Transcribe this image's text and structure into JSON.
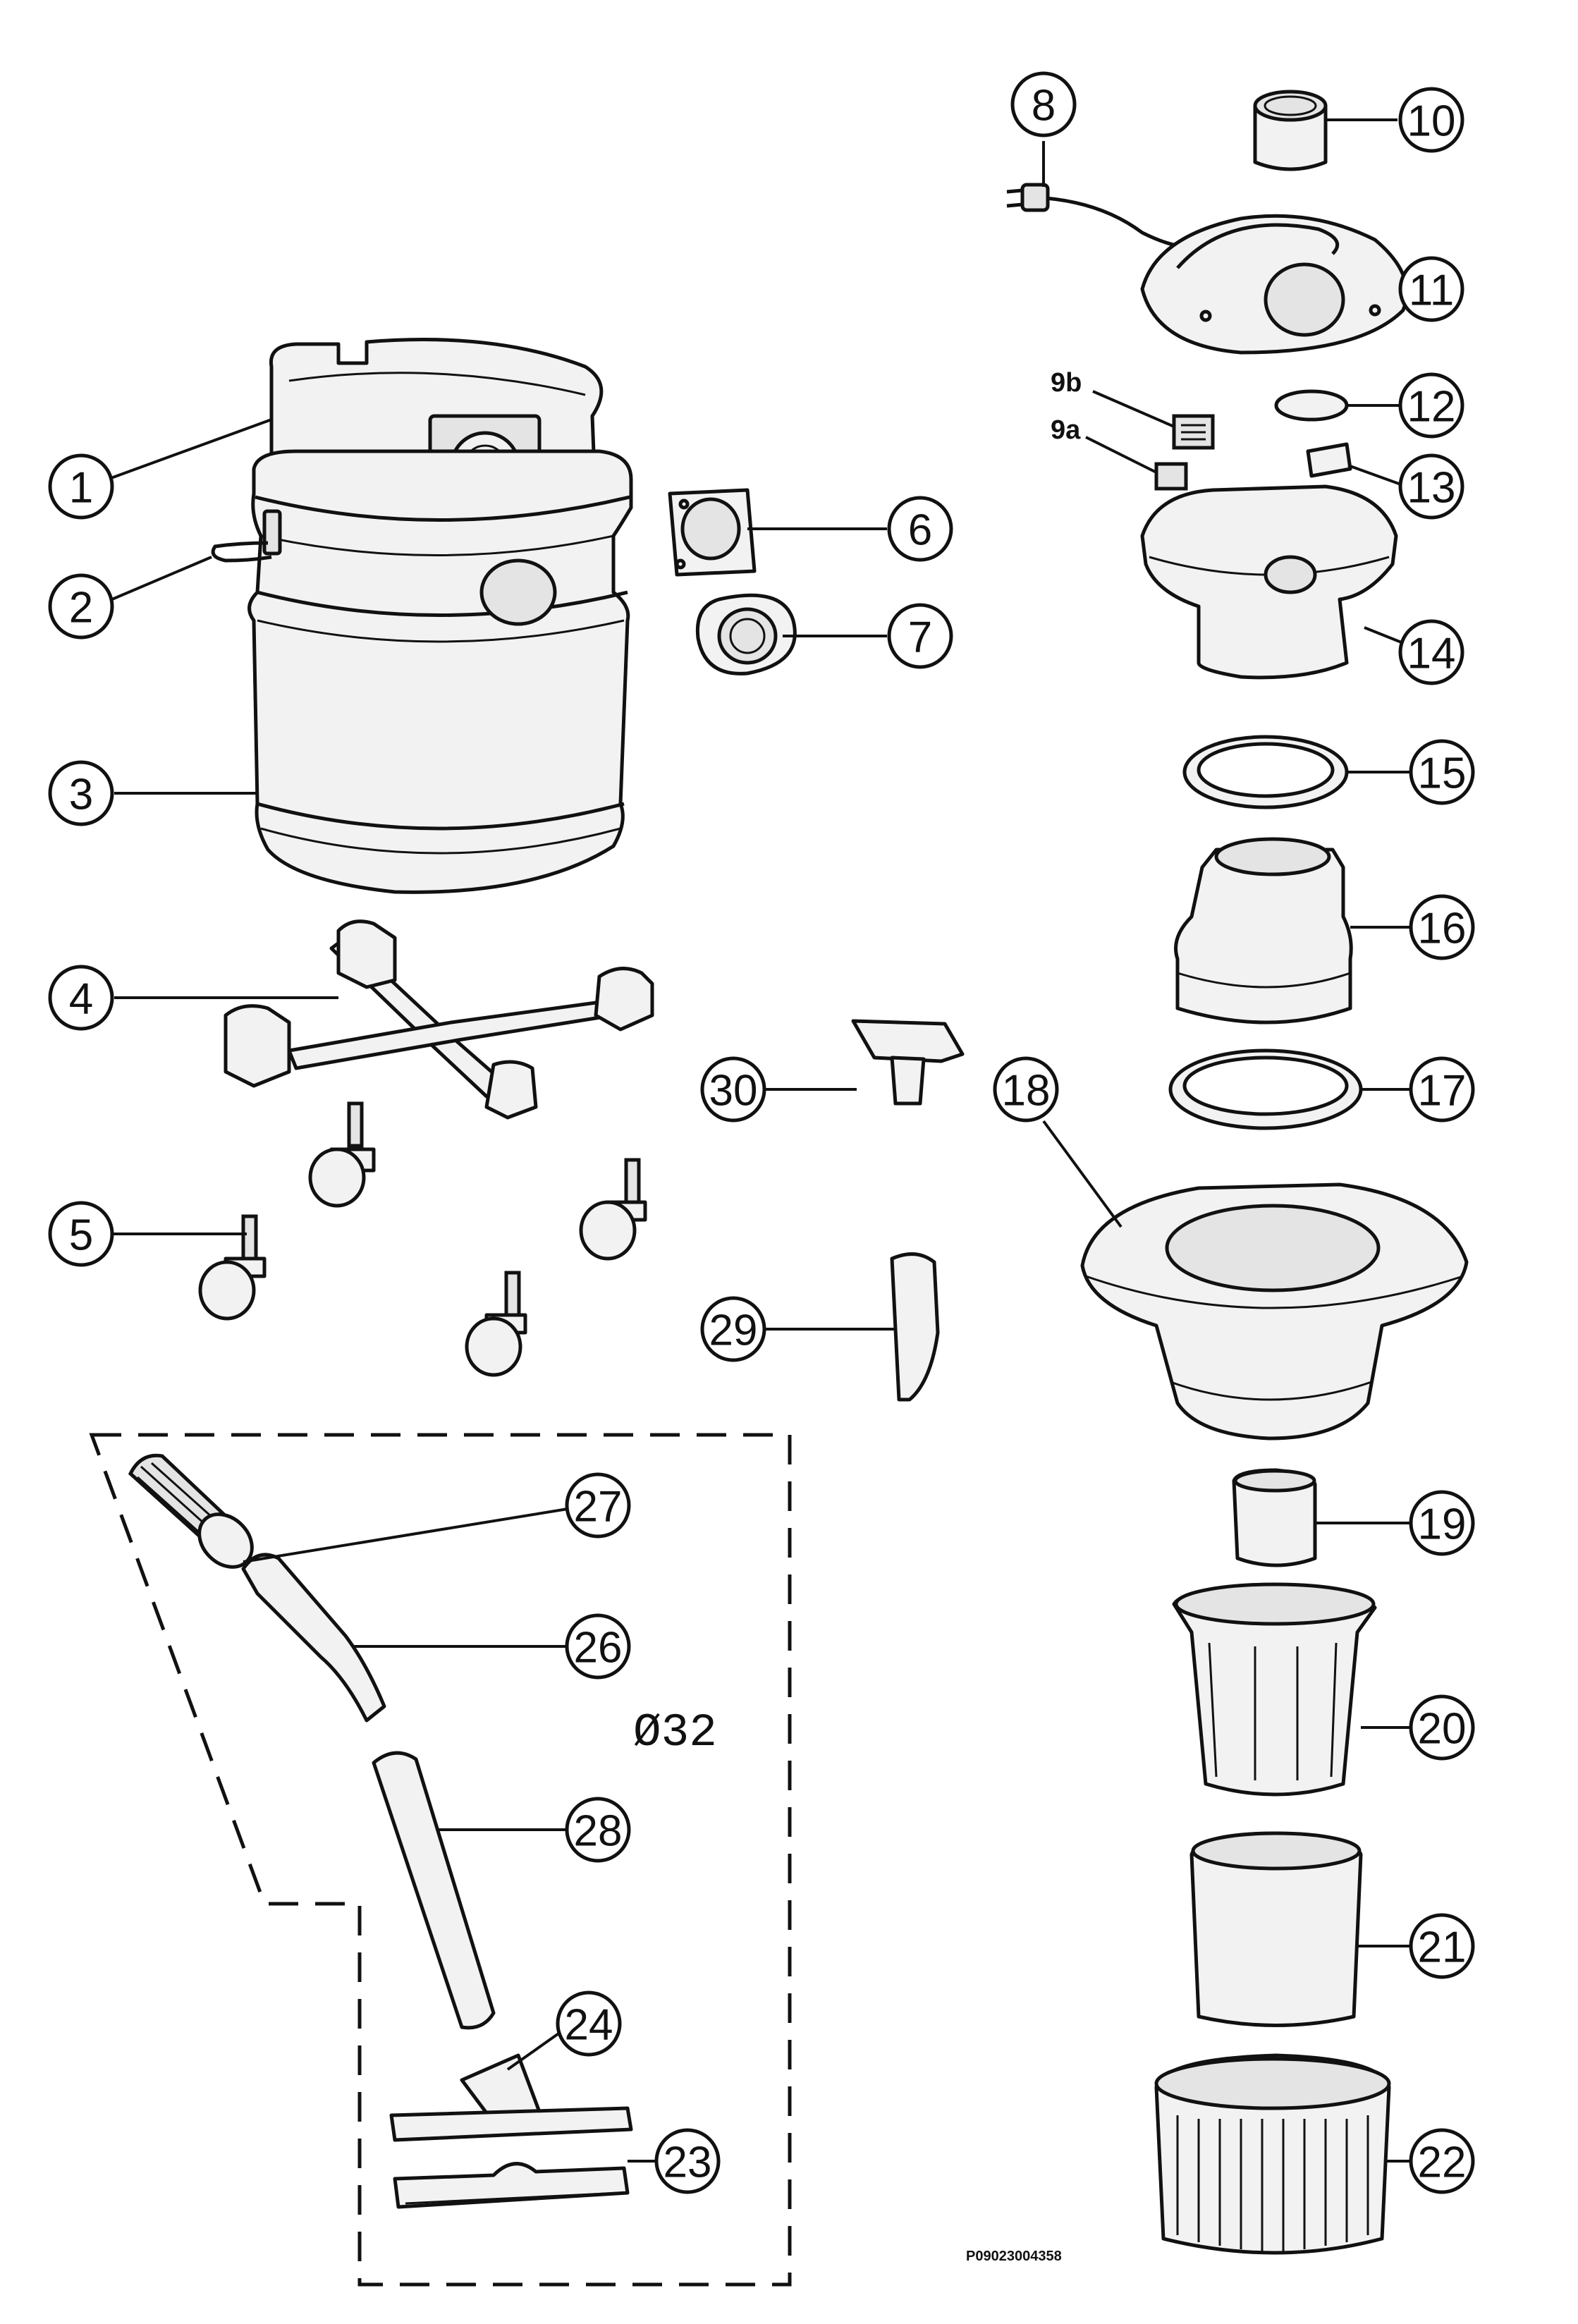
{
  "diagram": {
    "dimension_label": "Ø32",
    "code": "P09023004358",
    "callouts": [
      "1",
      "2",
      "3",
      "4",
      "5",
      "6",
      "7",
      "8",
      "10",
      "11",
      "12",
      "13",
      "14",
      "15",
      "16",
      "17",
      "18",
      "19",
      "20",
      "21",
      "22",
      "23",
      "24",
      "26",
      "27",
      "28",
      "29",
      "30"
    ],
    "plain_labels": [
      "9b",
      "9a"
    ]
  }
}
